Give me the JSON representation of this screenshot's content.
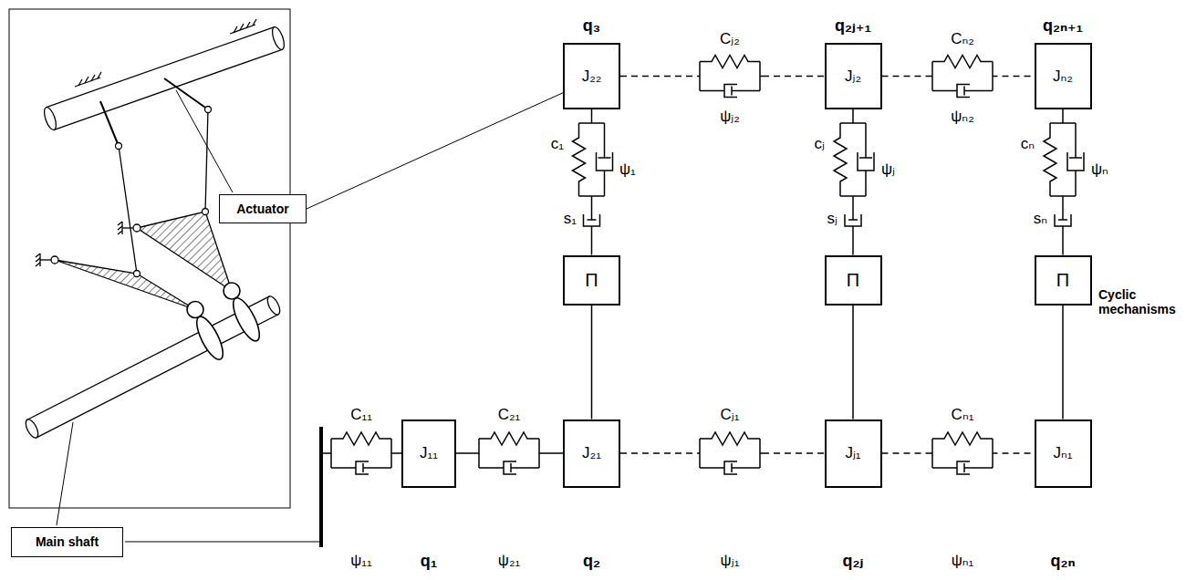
{
  "diagram": {
    "nodes": [
      {
        "text": [
          "J₂₂"
        ]
      },
      {
        "text": [
          "Jⱼ₂"
        ]
      },
      {
        "text": [
          "Jₙ₂"
        ]
      },
      {
        "text": [
          "Actuator"
        ]
      },
      {
        "text": [
          "П"
        ]
      },
      {
        "text": [
          "П"
        ]
      },
      {
        "text": [
          "П"
        ]
      },
      {
        "text": [
          "J₁₁"
        ]
      },
      {
        "text": [
          "J₂₁"
        ]
      },
      {
        "text": [
          "Jⱼ₁"
        ]
      },
      {
        "text": [
          "Jₙ₁"
        ]
      },
      {
        "text": [
          "Main shaft"
        ]
      }
    ],
    "edges": [
      {
        "from": 3,
        "to": 0,
        "arrow": "none"
      },
      {
        "from": 0,
        "to": 1,
        "arrow": "none"
      },
      {
        "from": 1,
        "to": 2,
        "arrow": "none"
      },
      {
        "from": 4,
        "to": 0,
        "arrow": "none"
      },
      {
        "from": 5,
        "to": 1,
        "arrow": "none"
      },
      {
        "from": 6,
        "to": 2,
        "arrow": "none"
      },
      {
        "from": 4,
        "to": 8,
        "arrow": "none"
      },
      {
        "from": 5,
        "to": 9,
        "arrow": "none"
      },
      {
        "from": 6,
        "to": 10,
        "arrow": "none"
      },
      {
        "from": 7,
        "to": 8,
        "arrow": "none"
      },
      {
        "from": 8,
        "to": 9,
        "arrow": "none"
      },
      {
        "from": 9,
        "to": 10,
        "arrow": "none"
      }
    ],
    "labels": [
      "q₃",
      "q₂ⱼ₊₁",
      "q₂ₙ₊₁",
      "Cⱼ₂",
      "Cₙ₂",
      "ψⱼ₂",
      "ψₙ₂",
      "c₁",
      "ψ₁",
      "cⱼ",
      "ψⱼ",
      "cₙ",
      "ψₙ",
      "s₁",
      "sⱼ",
      "sₙ",
      "Cyclic mechanisms",
      "C₁₁",
      "C₂₁",
      "Cⱼ₁",
      "Cₙ₁",
      "ψ₁₁",
      "q₁",
      "ψ₂₁",
      "q₂",
      "ψⱼ₁",
      "q₂ⱼ",
      "ψₙ₁",
      "q₂ₙ"
    ]
  }
}
